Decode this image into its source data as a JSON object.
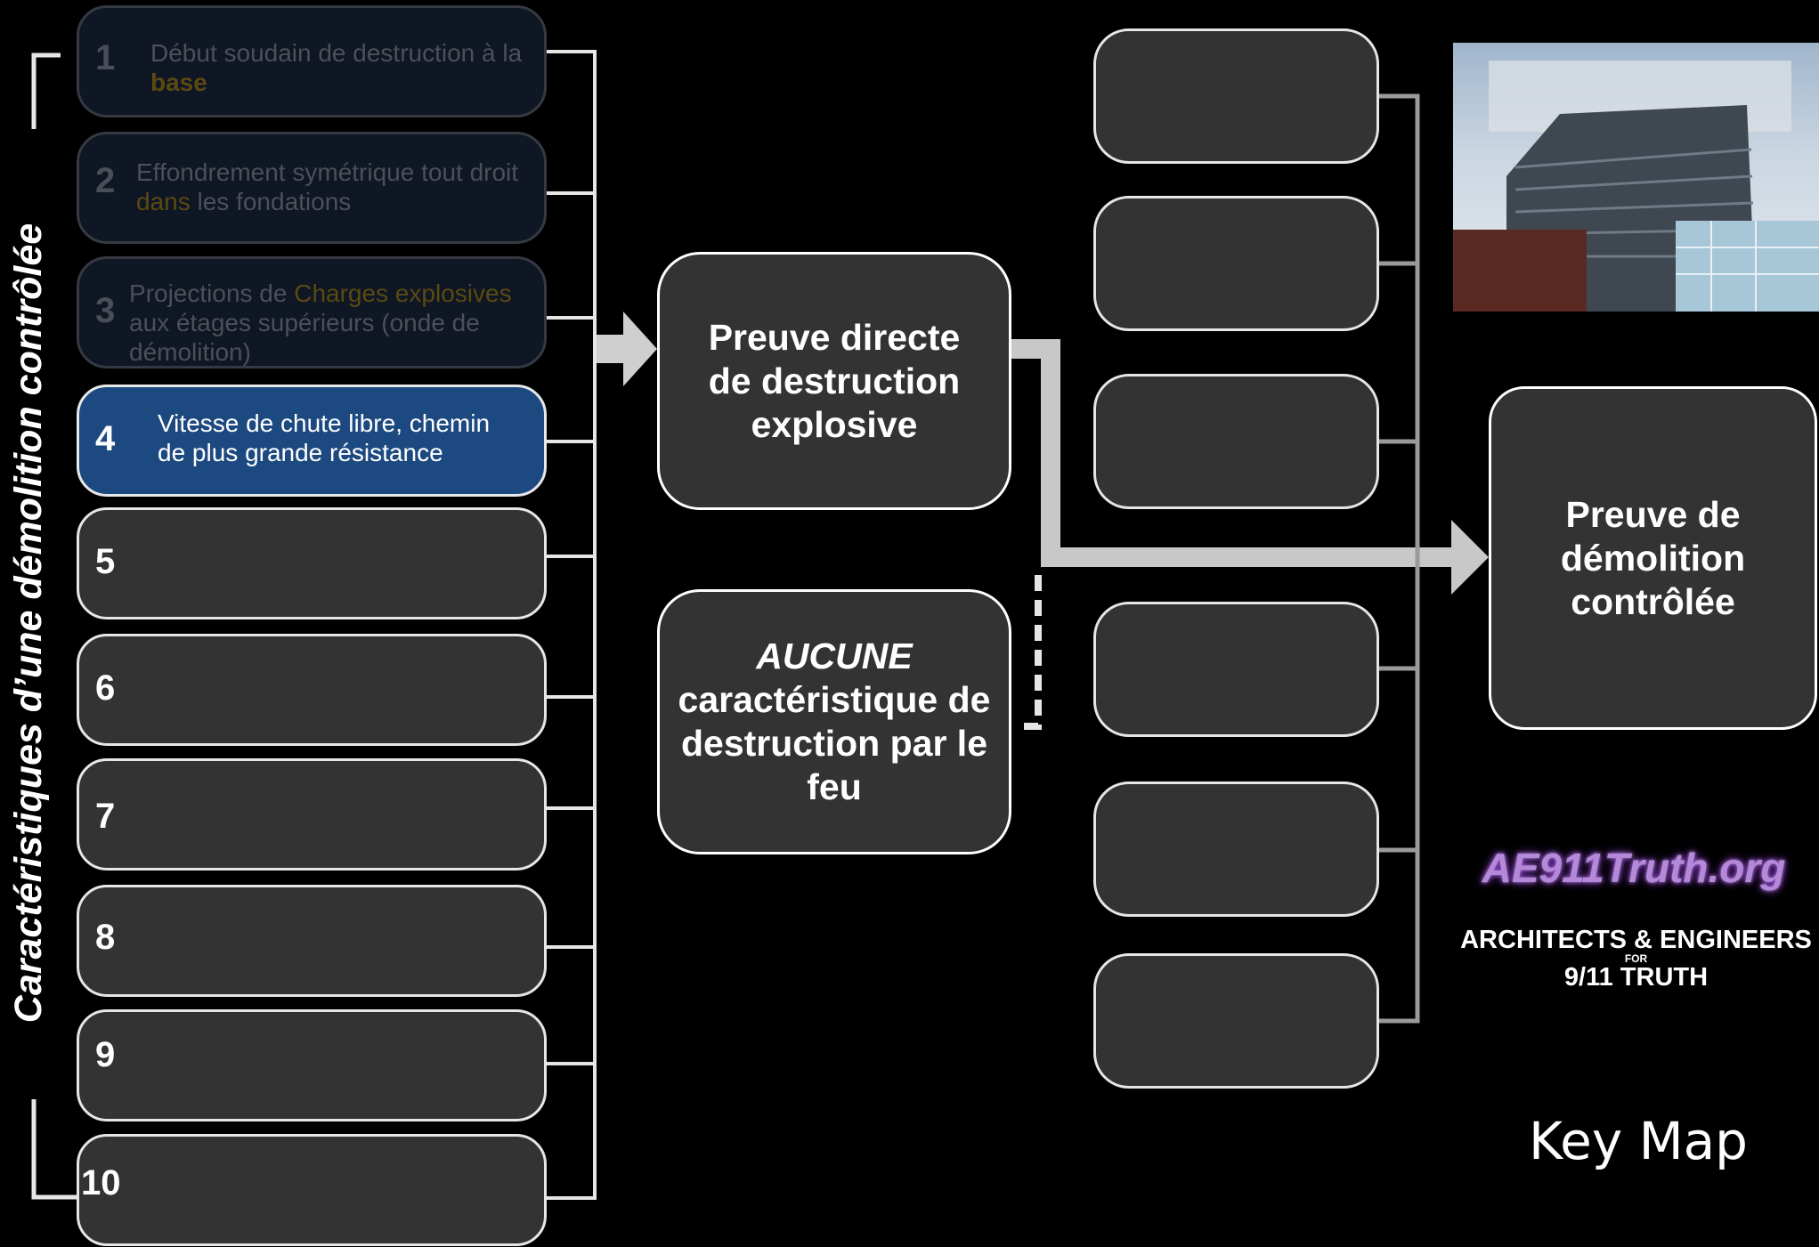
{
  "side_title": "Caractéristiques d’une démolition contrôlée",
  "characteristics": [
    {
      "number": "1",
      "text_a": "Début soudain de destruction à la",
      "text_b": "base"
    },
    {
      "number": "2",
      "text_a": "Effondrement symétrique tout droit",
      "text_b_hl": "dans",
      "text_b": " les fondations"
    },
    {
      "number": "3",
      "text_a": "Projections de ",
      "text_a_hl": "Charges explosives",
      "text_b": " aux étages supérieurs (onde de",
      "text_c": "démolition)"
    },
    {
      "number": "4",
      "text_a": "Vitesse de chute libre, chemin",
      "text_b": "de plus grande résistance"
    },
    {
      "number": "5"
    },
    {
      "number": "6"
    },
    {
      "number": "7"
    },
    {
      "number": "8"
    },
    {
      "number": "9"
    },
    {
      "number": "10"
    }
  ],
  "evidence_direct": "Preuve directe de destruction explosive",
  "evidence_none_em": "AUCUNE",
  "evidence_none": "caractéristique de destruction par le feu",
  "result": "Preuve de démolition contrôlée",
  "logo": "AE911Truth.org",
  "org_line1": "ARCHITECTS & ENGINEERS",
  "org_for": "FOR",
  "org_line2": "9/11 TRUTH",
  "key_map": "Key Map",
  "colors": {
    "active": "#1c497f",
    "box": "#333333",
    "dim": "#0f1624",
    "highlight": "#5a4a12",
    "logo": "#b48ad8"
  }
}
